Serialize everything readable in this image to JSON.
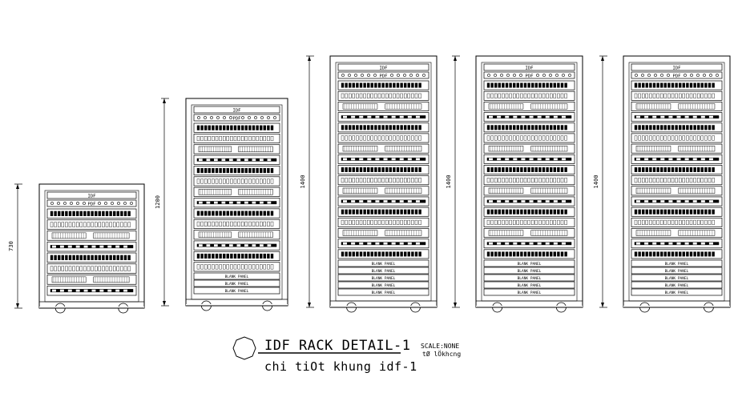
{
  "racks": [
    {
      "height_label": "730",
      "top_label": "IDF",
      "pdf_label": "PDF",
      "u": 8,
      "blanks": 0
    },
    {
      "height_label": "1200",
      "top_label": "IDF",
      "pdf_label": "PDF",
      "u": 14,
      "blanks": 3
    },
    {
      "height_label": "1400",
      "top_label": "IDF",
      "pdf_label": "PDF",
      "u": 17,
      "blanks": 5
    },
    {
      "height_label": "1400",
      "top_label": "IDF",
      "pdf_label": "PDF",
      "u": 17,
      "blanks": 5
    },
    {
      "height_label": "1400",
      "top_label": "IDF",
      "pdf_label": "PDF",
      "u": 17,
      "blanks": 5
    }
  ],
  "blank_panel_label": "BLANK PANEL",
  "title": {
    "main": "IDF RACK DETAIL-1",
    "sub": "chi tiOt khung idf-1",
    "scale": "SCALE:NONE",
    "scale_sub": "tØ lÖkhcng"
  },
  "colors": {
    "ink": "#000000",
    "background": "#ffffff"
  }
}
